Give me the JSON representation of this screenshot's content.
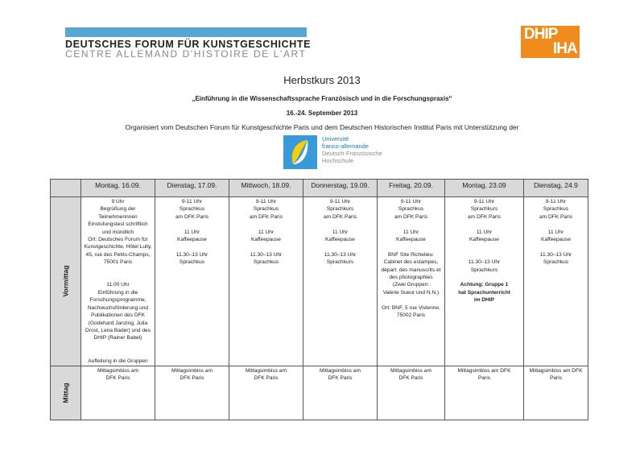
{
  "header": {
    "dfk_line1": "DEUTSCHES FORUM FÜR KUNSTGESCHICHTE",
    "dfk_line2": "CENTRE ALLEMAND D'HISTOIRE DE L'ART",
    "dhip_logo": [
      "DHIP",
      "IHA"
    ]
  },
  "title": "Herbstkurs 2013",
  "subtitle": "„Einführung in die Wissenschaftssprache Französisch und in die Forschungspraxis“",
  "dates": "16.-24. September 2013",
  "organizer": "Organisiert vom Deutschen Forum für Kunstgeschichte Paris und dem Deutschen Historischen Institut Paris mit Unterstützung der",
  "ufa_logo": [
    "Université",
    "franco-allemande",
    "Deutsch-Französische",
    "Hochschule"
  ],
  "table": {
    "days": [
      "Montag, 16.09.",
      "Dienstag, 17.09.",
      "Mittwoch, 18.09.",
      "Donnerstag, 19.09.",
      "Freitag, 20.09.",
      "Montag, 23.09",
      "Dienstag, 24.9"
    ],
    "rows": [
      {
        "label": "Vormittag",
        "cells": [
          "9 Uhr\nBegrüßung der\nTeilnehmerinnen\nEinstufungstest schriftlich\nund mündlich\nOrt: Deutsches Forum für\nKunstgeschichte, Hôtel Lully,\n45, rue des Petits-Champs,\n75001 Paris\n\n\n11.00 Uhr\nEinführung in die\nForschungsprogramme,\nNachwuchsförderung und\nPublikationen des DFK\n(Godehard Janzing, Julia\nDrost, Lena Bader) und des\nDHIP (Rainer Babel)\n\n\nAufteilung in die Gruppen",
          "9-11 Uhr\nSprachkus\nam DFK Paris\n\n11 Uhr\nKaffeepause\n\n11.30–13 Uhr\nSprachkus",
          "9-11 Uhr\nSprachkus\nam DFK Paris\n\n11 Uhr\nKaffeepause\n\n11.30–13 Uhr\nSprachkus",
          "9-11 Uhr\nSprachkurs\nam DFK Paris\n\n11 Uhr\nKaffeepause\n\n11.30–13 Uhr\nSprachkurs",
          "9-11 Uhr\nSprachkus\nam DFK Paris\n\n11 Uhr\nKaffeepause\n\nBNF Site Richelieu:\nCabinet des estampes,\ndépart. des manuscrits et\ndes photographies\n(Zwei Gruppen:\nValérie Sueur und N.N.)\n\nOrt: BNF, 5 rue Vivienne,\n75002 Paris",
          "9-11 Uhr\nSprachkurs\nam DFK Paris\n\n11 Uhr\nKaffeepause\n\n\n11.30–13 Uhr\nSprachkurs\n\n",
          "9-11 Uhr\nSprachkus\nam DFK Paris\n\n11 Uhr\nKaffeepause\n\n11.30–13 Uhr\nSprachkus"
        ],
        "note": "Achtung: Gruppe 1\nhat Sprachunterricht\nim DHIP"
      },
      {
        "label": "Mittag",
        "cells": [
          "Mittagsimbiss am\nDFK Paris",
          "Mittagsimbiss am\nDFK Paris",
          "Mittagsimbiss am\nDFK Paris",
          "Mittagsimbiss am\nDFK Paris",
          "Mittagsimbiss am\nDFK Paris",
          "Mittagsimbiss am DFK\nParis",
          "Mittagsimbiss am DFK\nParis"
        ]
      }
    ]
  }
}
